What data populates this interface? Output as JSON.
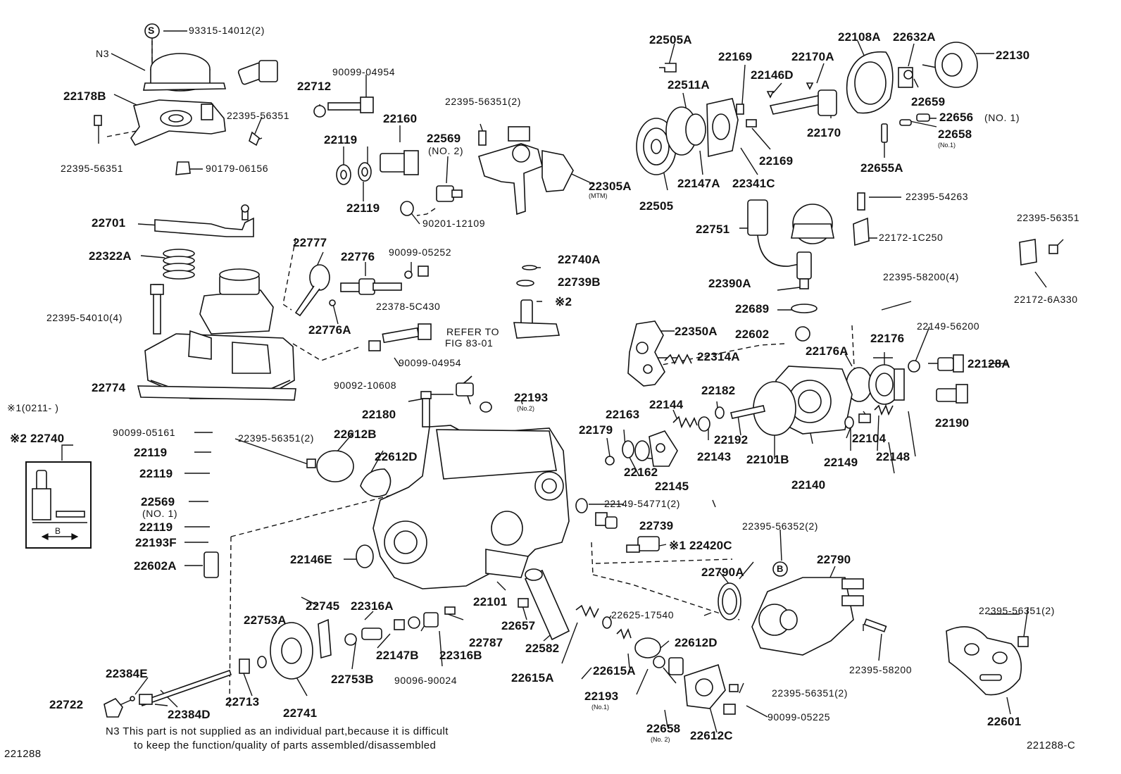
{
  "parts": {
    "p93315_14012": "93315-14012(2)",
    "n3": "N3",
    "p22178b": "22178B",
    "p22395_56351_a": "22395-56351",
    "p90179_06156": "90179-06156",
    "p22712": "22712",
    "p90099_04954_a": "90099-04954",
    "p22395_56351_b": "22395-56351",
    "p22395_56351_c": "22395-56351(2)",
    "p22160": "22160",
    "p22119_a": "22119",
    "p22119_b": "22119",
    "p22569_no2": "22569",
    "no2_a": "(NO. 2)",
    "p90201_12109": "90201-12109",
    "p22305a": "22305A",
    "mtm": "(MTM)",
    "p22505a": "22505A",
    "p22511a": "22511A",
    "p22169_a": "22169",
    "p22169_b": "22169",
    "p22146d": "22146D",
    "p22170a": "22170A",
    "p22170": "22170",
    "p22108a": "22108A",
    "p22632a": "22632A",
    "p22130": "22130",
    "p22659": "22659",
    "p22656": "22656",
    "no1_a": "(NO. 1)",
    "p22658_a": "22658",
    "no1_small_a": "(No.1)",
    "p22655a": "22655A",
    "p22505": "22505",
    "p22147a": "22147A",
    "p22341c": "22341C",
    "p22395_54263": "22395-54263",
    "p22751": "22751",
    "p22172_1c250": "22172-1C250",
    "p22395_56351_d": "22395-56351",
    "p22390a": "22390A",
    "p22172_6a330": "22172-6A330",
    "p22701": "22701",
    "p22322a": "22322A",
    "p22777": "22777",
    "p22776": "22776",
    "p90099_05252": "90099-05252",
    "p22740a": "22740A",
    "p22739b": "22739B",
    "ref2": "※2",
    "p22378_5c430": "22378-5C430",
    "p22776a": "22776A",
    "p22395_54010": "22395-54010(4)",
    "p22689": "22689",
    "p22395_58200_4": "22395-58200(4)",
    "refer_line1": "REFER TO",
    "refer_line2": "FIG 83-01",
    "p90099_04954_b": "90099-04954",
    "p90092_10608": "90092-10608",
    "p22350a": "22350A",
    "p22602": "22602",
    "p22314a": "22314A",
    "p22176a": "22176A",
    "p22176": "22176",
    "p22149_56200": "22149-56200",
    "p22128a": "22128A",
    "p22774": "22774",
    "note1_range": "※1(0211-      )",
    "p22193_a": "22193",
    "no2_small_a": "(No.2)",
    "p22180": "22180",
    "p22182": "22182",
    "p22144": "22144",
    "p22163": "22163",
    "p22190": "22190",
    "ref2_22740": "※2 22740",
    "p90099_05161": "90099-05161",
    "p22395_56351_e": "22395-56351(2)",
    "p22612b": "22612B",
    "p22179": "22179",
    "p22612d_a": "22612D",
    "p22119_c": "22119",
    "p22143": "22143",
    "p22192": "22192",
    "p22101b": "22101B",
    "p22149": "22149",
    "p22104": "22104",
    "p22148": "22148",
    "p22119_d": "22119",
    "p22162": "22162",
    "p22145": "22145",
    "p22140": "22140",
    "p22569_no1": "22569",
    "no1_b": "(NO. 1)",
    "p22149_54771": "22149-54771(2)",
    "p22119_e": "22119",
    "p22739": "22739",
    "p22193f": "22193F",
    "p22395_56352": "22395-56352(2)",
    "ref1_22420c": "※1 22420C",
    "p22146e": "22146E",
    "p22790": "22790",
    "p22790a": "22790A",
    "p22602a": "22602A",
    "p22101": "22101",
    "p22745": "22745",
    "p22316a": "22316A",
    "p22657": "22657",
    "p22625_17540": "22625-17540",
    "p22753a": "22753A",
    "p22787": "22787",
    "p22582": "22582",
    "p22147b": "22147B",
    "p22316b": "22316B",
    "p22612d_b": "22612D",
    "p22395_56351_f": "22395-56351(2)",
    "p22384e": "22384E",
    "p22753b": "22753B",
    "p90096_90024": "90096-90024",
    "p22615a_a": "22615A",
    "p22615a_b": "22615A",
    "p22395_58200": "22395-58200",
    "p22193_b": "22193",
    "no1_small_b": "(No.1)",
    "p22722": "22722",
    "p22384d": "22384D",
    "p22713": "22713",
    "p22741": "22741",
    "p22395_56351_g": "22395-56351(2)",
    "p90099_05225": "90099-05225",
    "p22601": "22601",
    "p22658_b": "22658",
    "no2_small_b": "(No. 2)",
    "p22612c": "22612C",
    "s_mark": "S",
    "b_mark": "B",
    "inset_b": "B"
  },
  "notes": {
    "n3_line1": "N3 This part is not supplied as an individual part,because it is difficult",
    "n3_line2": "to keep the function/quality of parts assembled/disassembled",
    "fig_left": "221288",
    "fig_right": "221288-C"
  }
}
